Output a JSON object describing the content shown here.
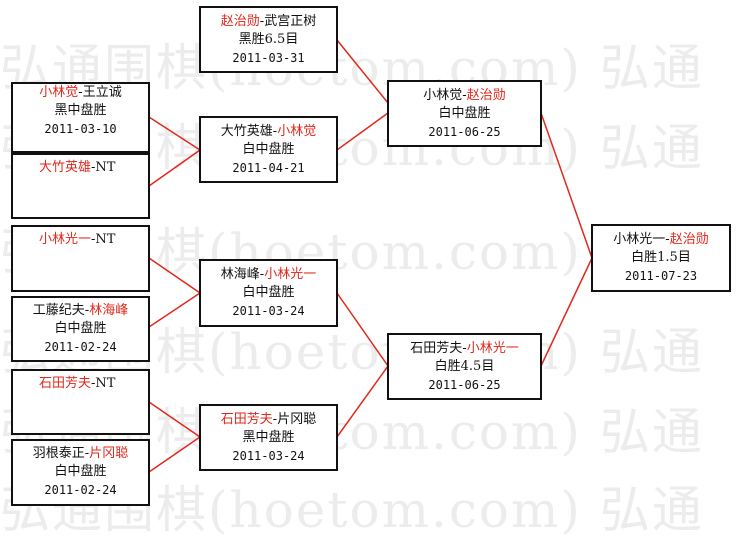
{
  "watermark": "弘通围棋(hoetom.com) 弘通",
  "colors": {
    "winner": "#e0281e",
    "line": "#e0281e",
    "border": "#111111"
  },
  "matches": {
    "r1_a": {
      "p1": "小林觉",
      "p2": "王立诚",
      "winner": "p1",
      "result": "黑中盘胜",
      "date": "2011-03-10"
    },
    "r1_b": {
      "p1": "大竹英雄",
      "p2": "NT",
      "winner": "p1",
      "result": "",
      "date": ""
    },
    "r1_c": {
      "p1": "小林光一",
      "p2": "NT",
      "winner": "p1",
      "result": "",
      "date": ""
    },
    "r1_d": {
      "p1": "工藤纪夫",
      "p2": "林海峰",
      "winner": "p2",
      "result": "白中盘胜",
      "date": "2011-02-24"
    },
    "r1_e": {
      "p1": "石田芳夫",
      "p2": "NT",
      "winner": "p1",
      "result": "",
      "date": ""
    },
    "r1_f": {
      "p1": "羽根泰正",
      "p2": "片冈聪",
      "winner": "p2",
      "result": "白中盘胜",
      "date": "2011-02-24"
    },
    "r2_a": {
      "p1": "赵治勋",
      "p2": "武宫正树",
      "winner": "p1",
      "result": "黑胜6.5目",
      "date": "2011-03-31"
    },
    "r2_b": {
      "p1": "大竹英雄",
      "p2": "小林觉",
      "winner": "p2",
      "result": "白中盘胜",
      "date": "2011-04-21"
    },
    "r2_c": {
      "p1": "林海峰",
      "p2": "小林光一",
      "winner": "p2",
      "result": "白中盘胜",
      "date": "2011-03-24"
    },
    "r2_d": {
      "p1": "石田芳夫",
      "p2": "片冈聪",
      "winner": "p1",
      "result": "黑中盘胜",
      "date": "2011-03-24"
    },
    "sf_a": {
      "p1": "小林觉",
      "p2": "赵治勋",
      "winner": "p2",
      "result": "白中盘胜",
      "date": "2011-06-25"
    },
    "sf_b": {
      "p1": "石田芳夫",
      "p2": "小林光一",
      "winner": "p2",
      "result": "白胜4.5目",
      "date": "2011-06-25"
    },
    "final": {
      "p1": "小林光一",
      "p2": "赵治勋",
      "winner": "p2",
      "result": "白胜1.5目",
      "date": "2011-07-23"
    }
  }
}
